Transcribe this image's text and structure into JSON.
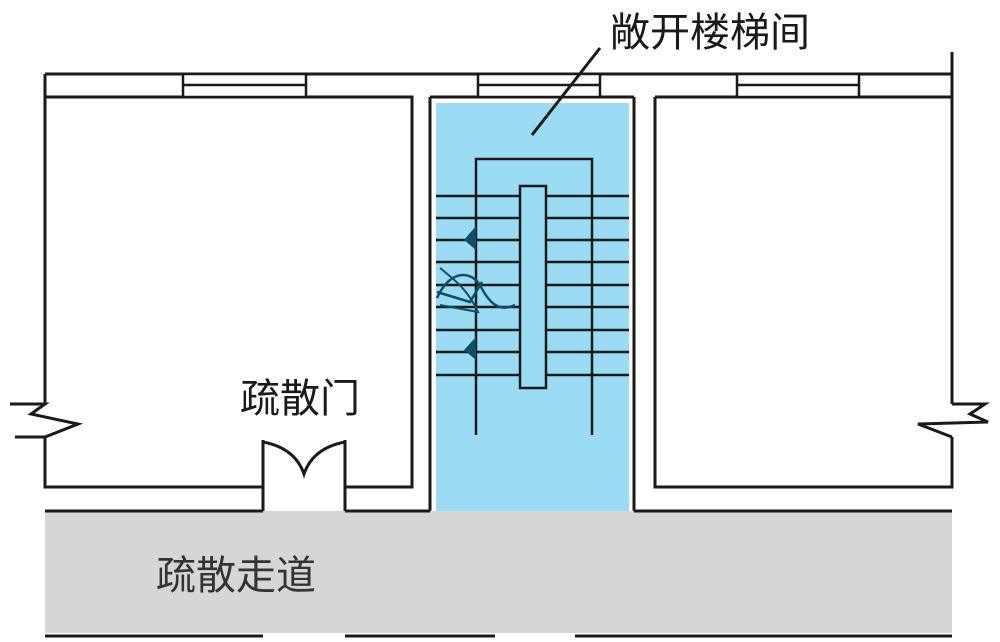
{
  "labels": {
    "open_stairwell": "敞开楼梯间",
    "evacuation_door": "疏散门",
    "evacuation_corridor": "疏散走道"
  },
  "colors": {
    "stairwell_fill": "#9bdcf4",
    "corridor_fill": "#d6d6d6",
    "wall": "#1a1a1a",
    "door_swing": "#0d4f6a",
    "background": "#ffffff"
  }
}
